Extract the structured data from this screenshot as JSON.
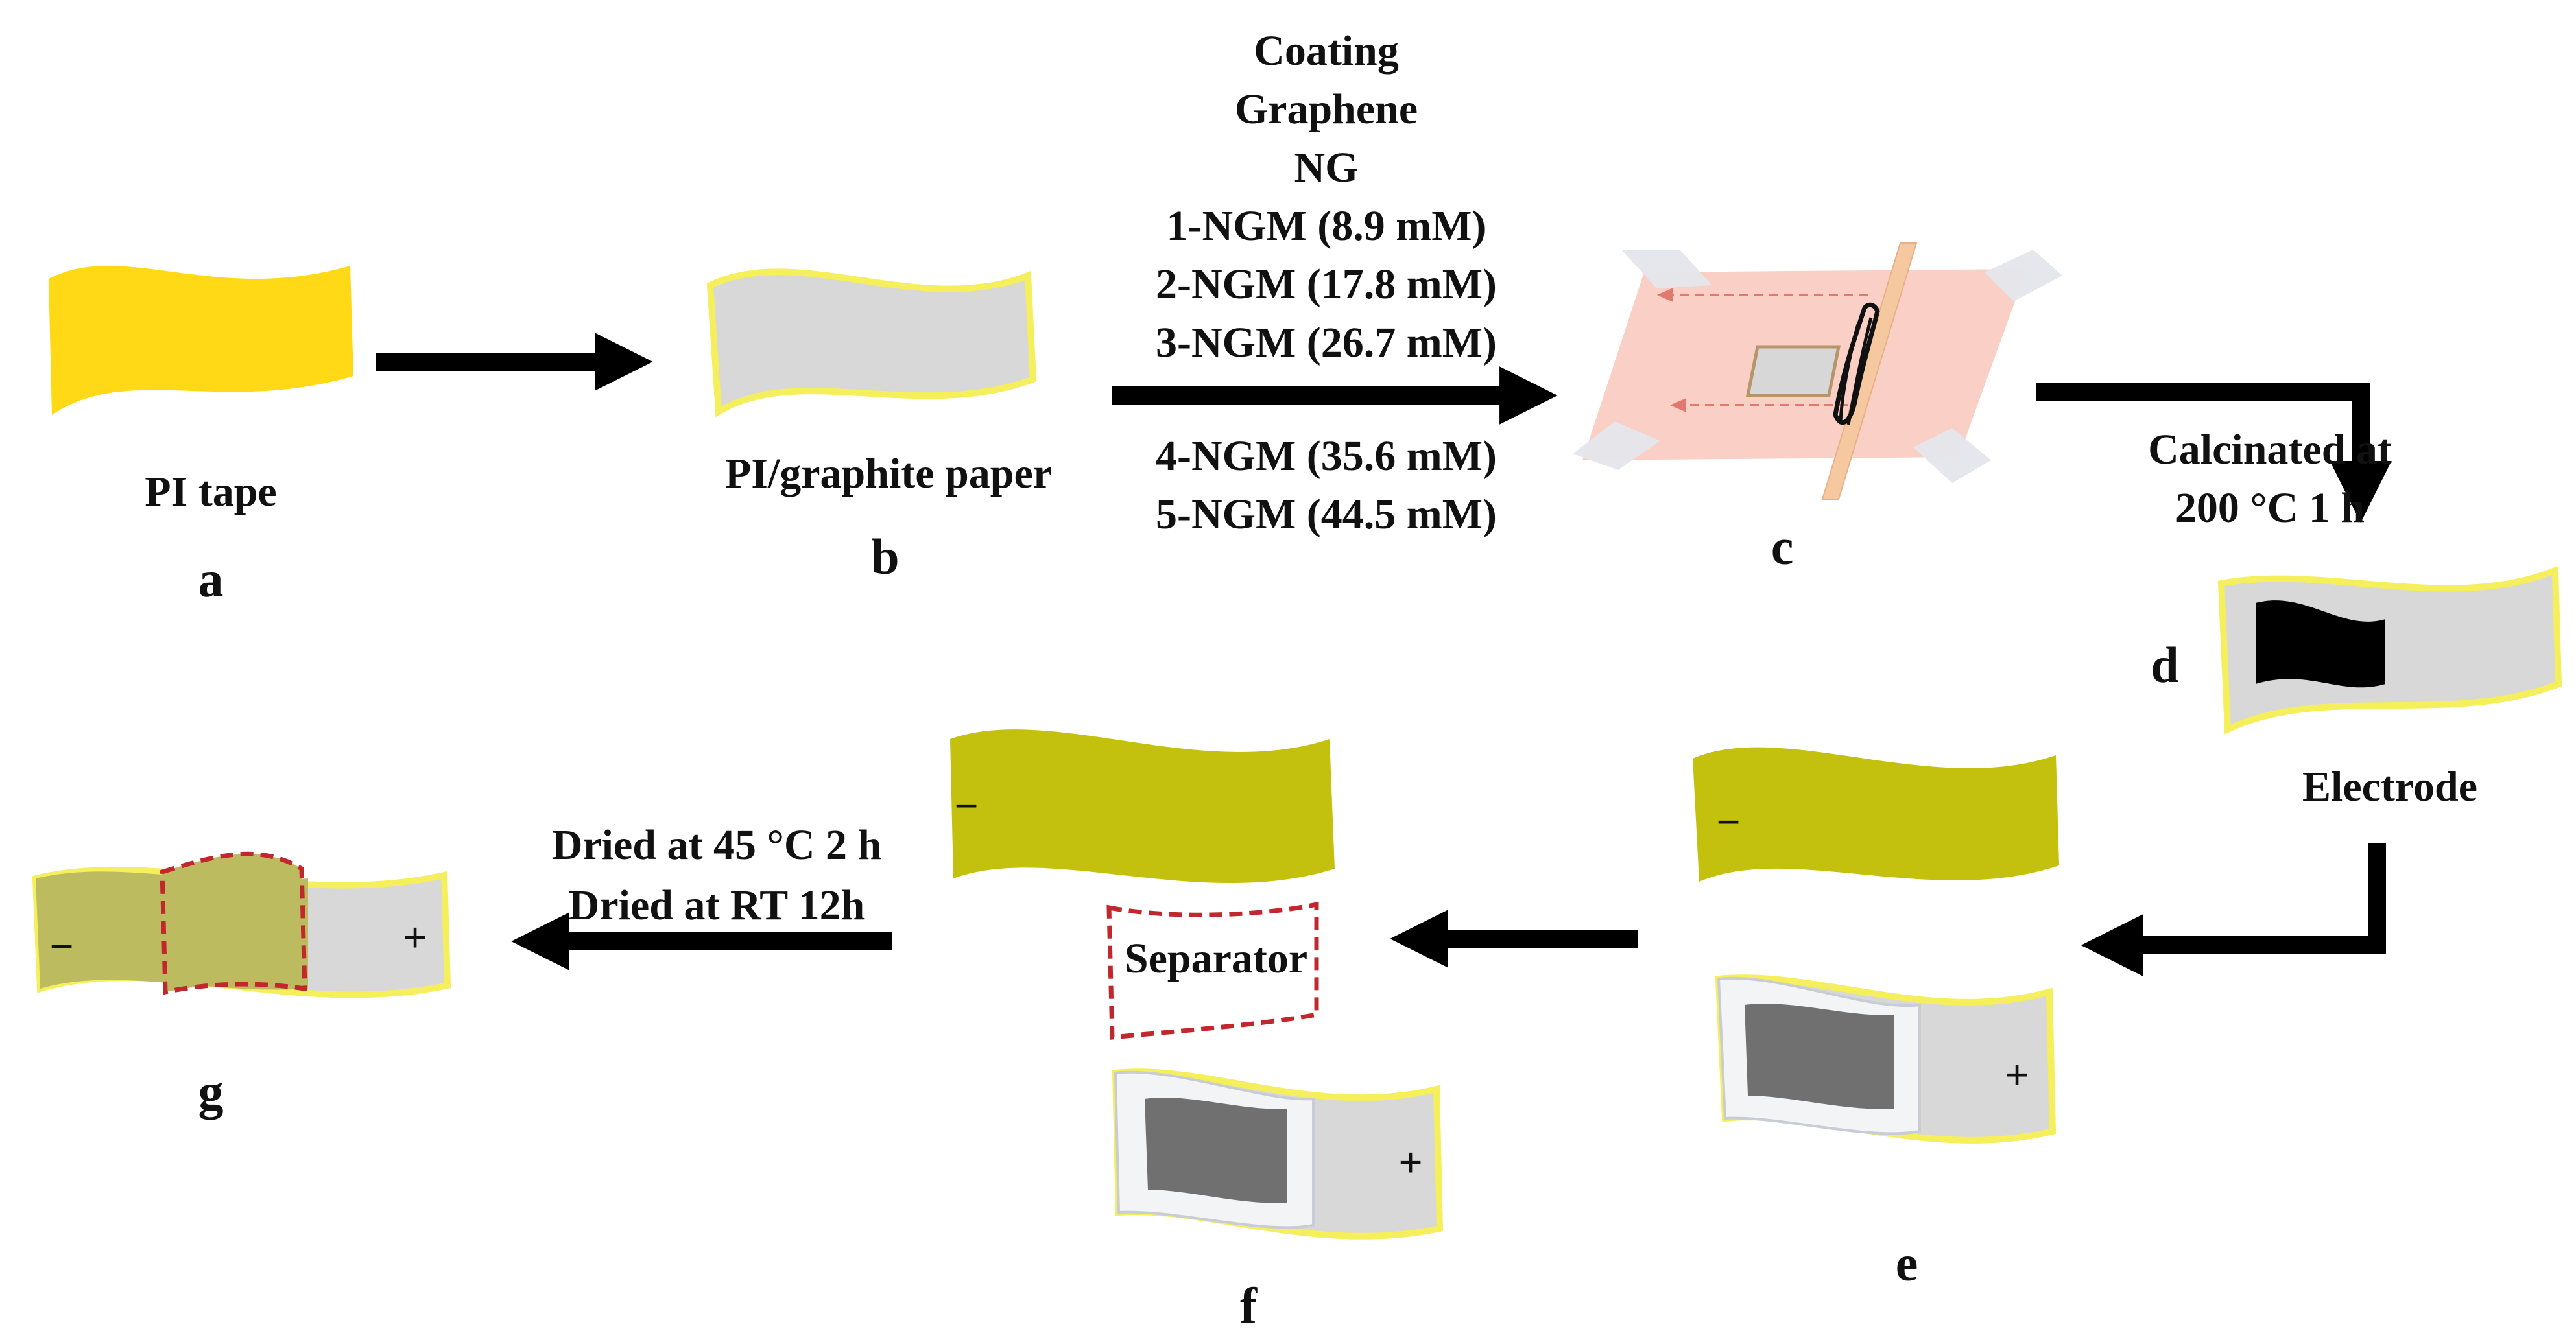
{
  "steps": {
    "a": {
      "letter": "a",
      "caption": "PI tape"
    },
    "b": {
      "letter": "b",
      "caption": "PI/graphite paper"
    },
    "c": {
      "letter": "c"
    },
    "d": {
      "letter": "d",
      "caption": "Electrode"
    },
    "e": {
      "letter": "e"
    },
    "f": {
      "letter": "f",
      "separator_label": "Separator"
    },
    "g": {
      "letter": "g"
    }
  },
  "coating": {
    "lines_above": [
      "Coating",
      "Graphene",
      "NG",
      "1-NGM (8.9 mM)",
      "2-NGM (17.8 mM)",
      "3-NGM (26.7 mM)"
    ],
    "lines_below": [
      "4-NGM (35.6 mM)",
      "5-NGM (44.5 mM)"
    ]
  },
  "calcination": {
    "lines": [
      "Calcinated at",
      "200 °C 1 h"
    ]
  },
  "drying": {
    "lines": [
      "Dried at 45 °C 2 h",
      "Dried at RT 12h"
    ]
  },
  "signs": {
    "negative": "−",
    "positive": "+"
  },
  "colors": {
    "pi_tape": "#ffd916",
    "graphite": "#d8d8d8",
    "yellow_border": "#f4ef5a",
    "anode": "#c4c10e",
    "cathode_active": "#707070",
    "electrode_black": "#000000",
    "separator_dash": "#c0282e",
    "mask_pink": "#f9cfc6",
    "arrow": "#000000"
  }
}
